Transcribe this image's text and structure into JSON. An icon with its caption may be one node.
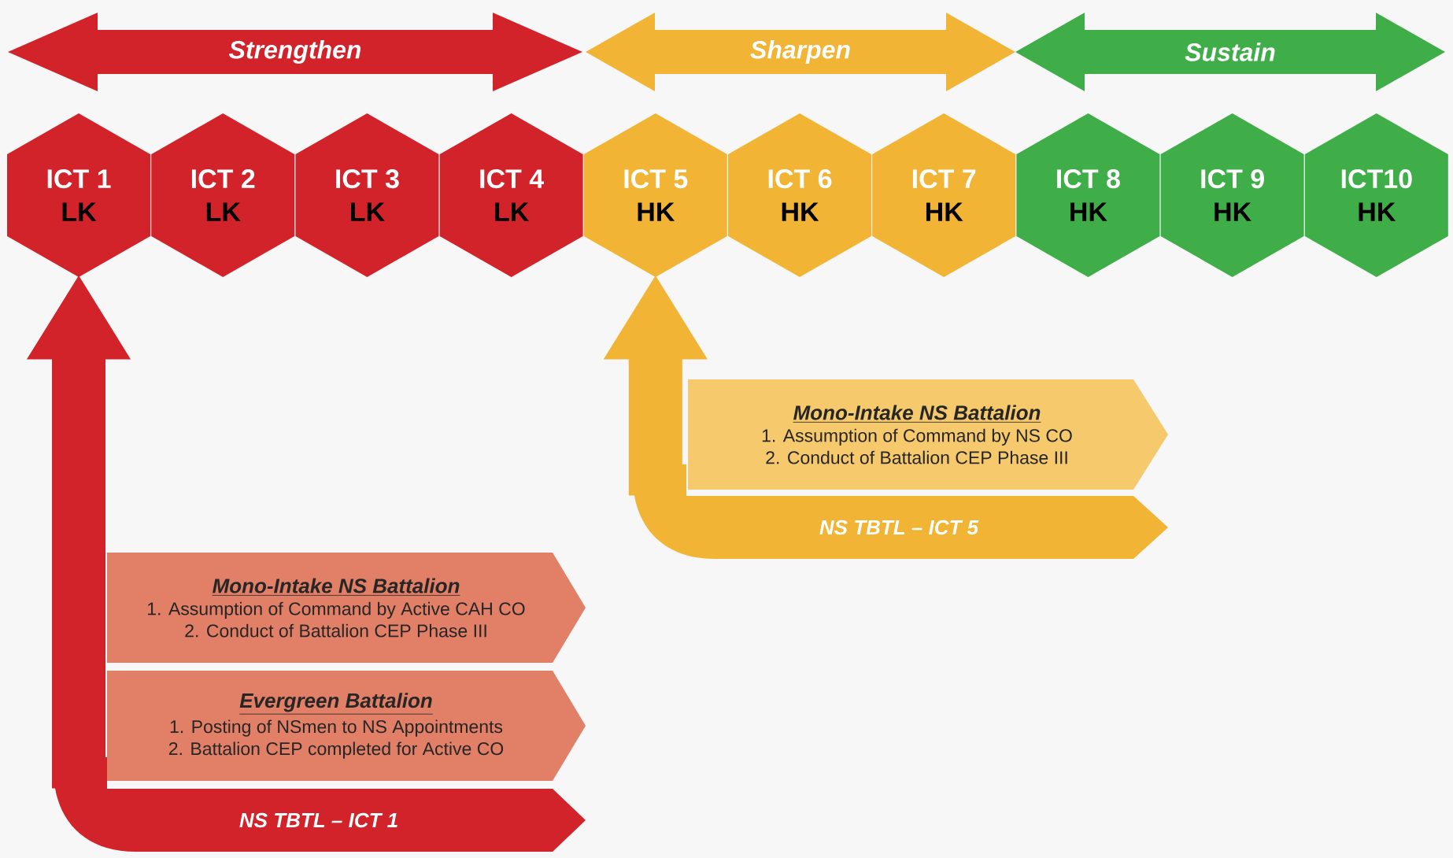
{
  "diagram": {
    "nodes": [
      {
        "text": [
          "Strengthen"
        ]
      },
      {
        "text": [
          "Sharpen"
        ]
      },
      {
        "text": [
          "Sustain"
        ]
      },
      {
        "text": [
          "ICT 1",
          "LK"
        ]
      },
      {
        "text": [
          "ICT 2",
          "LK"
        ]
      },
      {
        "text": [
          "ICT 3",
          "LK"
        ]
      },
      {
        "text": [
          "ICT 4",
          "LK"
        ]
      },
      {
        "text": [
          "ICT 5",
          "HK"
        ]
      },
      {
        "text": [
          "ICT 6",
          "HK"
        ]
      },
      {
        "text": [
          "ICT 7",
          "HK"
        ]
      },
      {
        "text": [
          "ICT 8",
          "HK"
        ]
      },
      {
        "text": [
          "ICT 9",
          "HK"
        ]
      },
      {
        "text": [
          "ICT10",
          "HK"
        ]
      },
      {
        "text": [
          "Mono-Intake NS Battalion",
          "1. Assumption of Command by NS CO",
          "2. Conduct of Battalion CEP Phase III"
        ]
      },
      {
        "text": [
          "NS TBTL – ICT 5"
        ]
      },
      {
        "text": [
          "Mono-Intake NS Battalion",
          "1. Assumption of Command by Active CAH CO",
          "2. Conduct of Battalion CEP Phase III"
        ]
      },
      {
        "text": [
          "Evergreen Battalion",
          "1. Posting of NSmen to NS Appointments",
          "2. Battalion CEP completed for Active CO"
        ]
      },
      {
        "text": [
          "NS TBTL – ICT 1"
        ]
      }
    ],
    "edges": [
      {
        "from": 17,
        "to": 3,
        "arrow": "to",
        "color": "#d2232a"
      },
      {
        "from": 14,
        "to": 7,
        "arrow": "to",
        "color": "#f1b434"
      }
    ]
  }
}
